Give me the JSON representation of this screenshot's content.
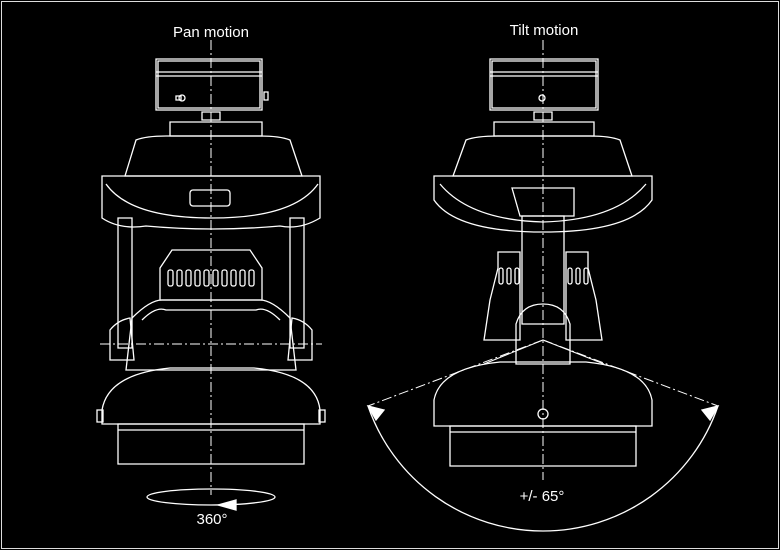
{
  "views": {
    "pan": {
      "title": "Pan motion",
      "angle_label": "360°"
    },
    "tilt": {
      "title": "Tilt motion",
      "angle_label": "+/- 65°"
    }
  },
  "colors": {
    "background": "#000000",
    "line": "#ffffff"
  }
}
